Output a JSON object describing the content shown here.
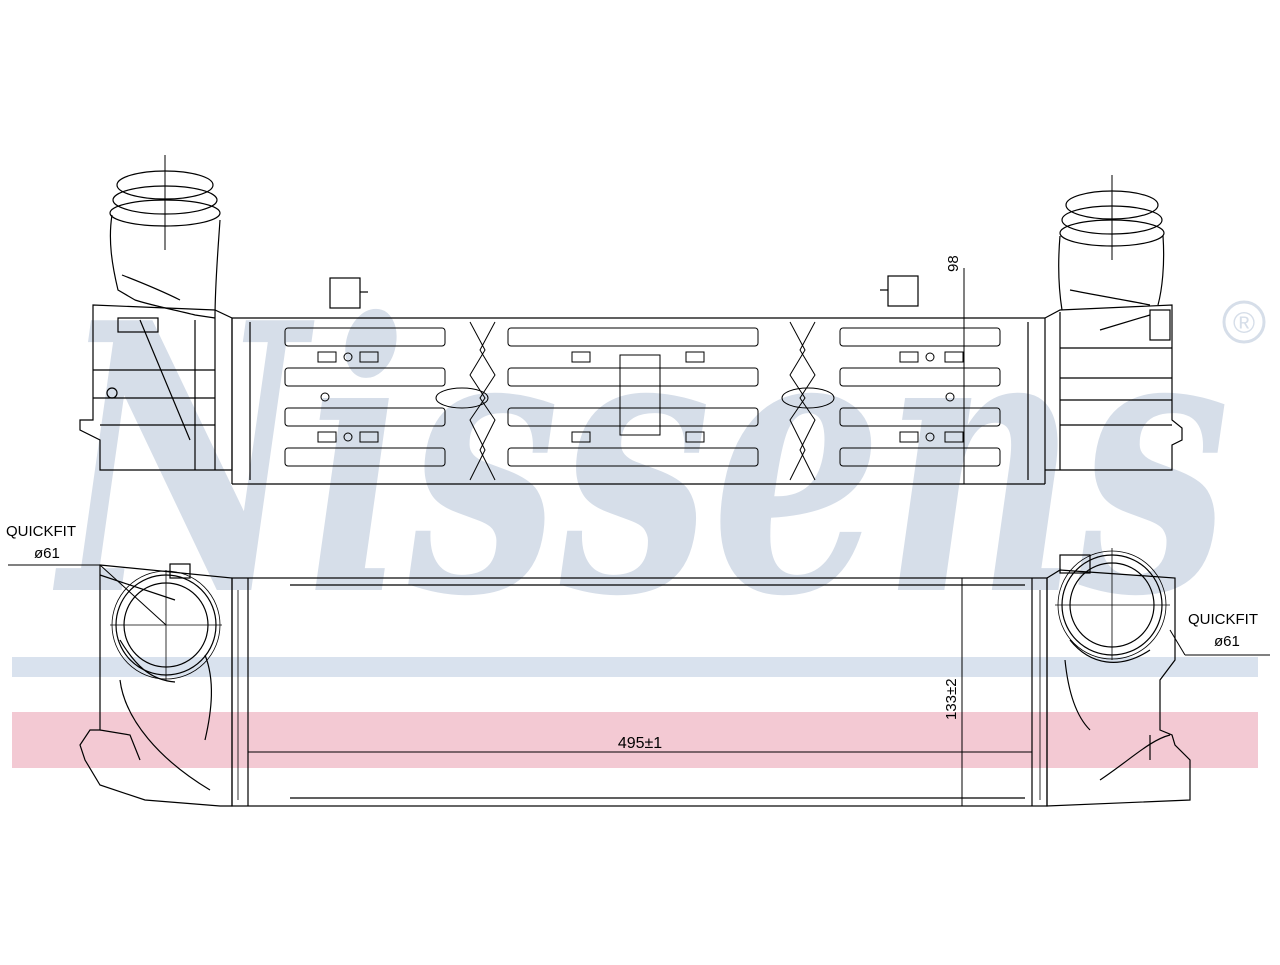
{
  "watermark": {
    "brand": "Nissens",
    "registered": "®",
    "color": "#d6dee9",
    "stripe_blue": "#d9e2ee",
    "stripe_red": "#f3c9d3"
  },
  "dimensions": {
    "depth": "98",
    "height": "133±2",
    "length": "495±1"
  },
  "connections": {
    "left": {
      "type": "QUICKFIT",
      "diameter": "ø61"
    },
    "right": {
      "type": "QUICKFIT",
      "diameter": "ø61"
    }
  },
  "line_color": "#000000"
}
